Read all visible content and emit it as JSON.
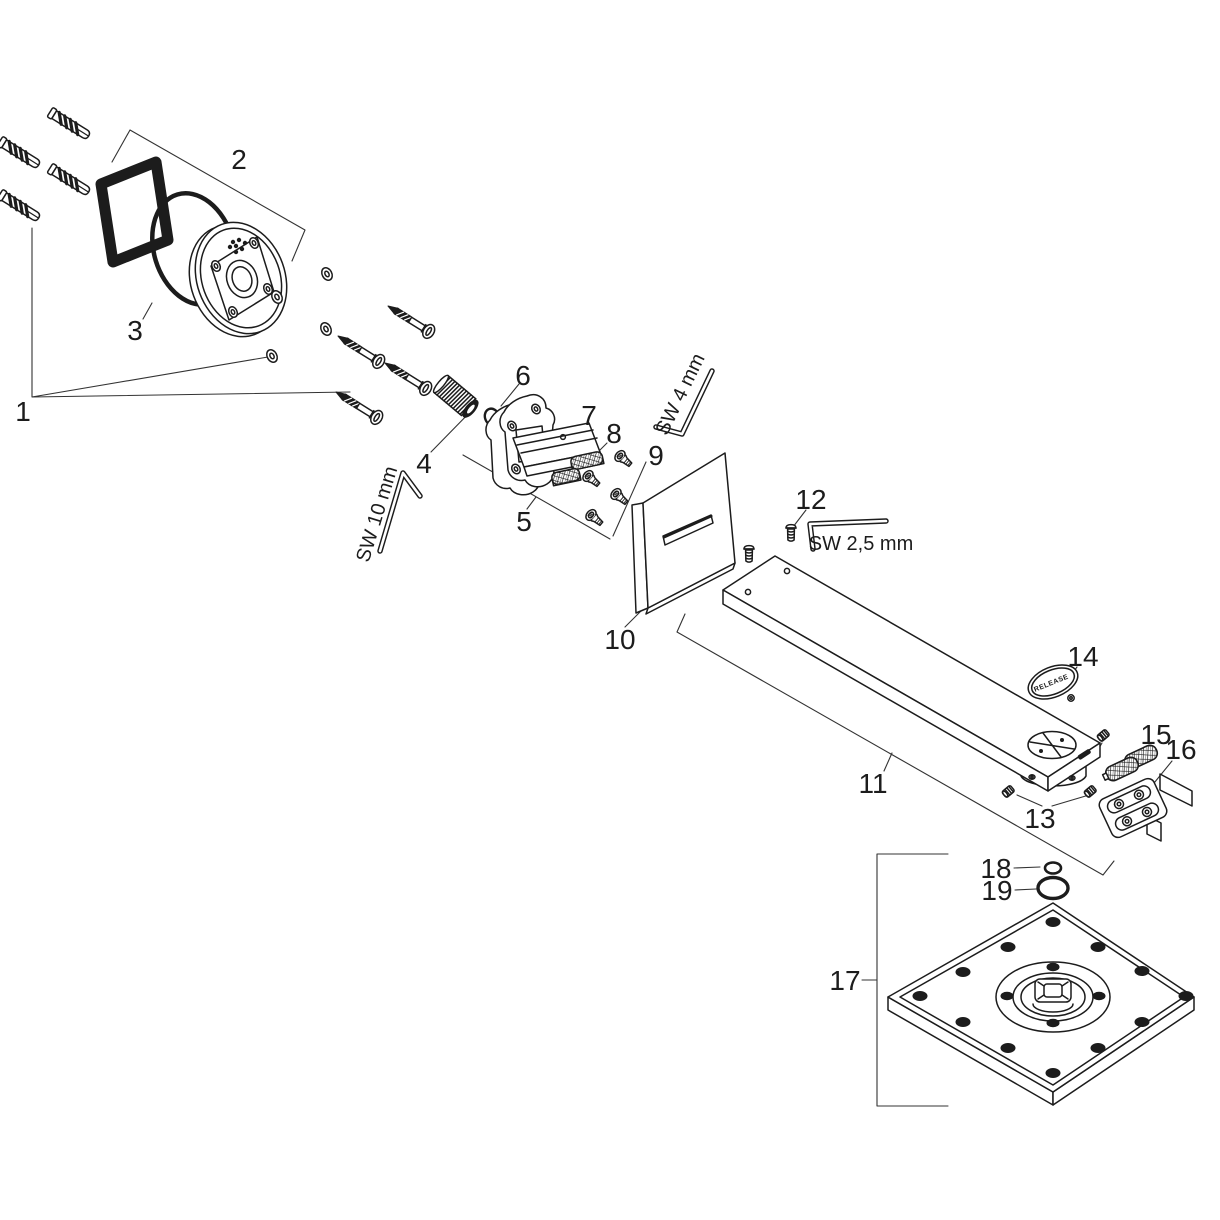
{
  "figure": {
    "kind": "exploded-parts-diagram",
    "background_color": "#ffffff",
    "line_color": "#1c1c1c"
  },
  "callouts": {
    "n1": "1",
    "n2": "2",
    "n3": "3",
    "n4": "4",
    "n5": "5",
    "n6": "6",
    "n7": "7",
    "n8": "8",
    "n9": "9",
    "n10": "10",
    "n11": "11",
    "n12": "12",
    "n13": "13",
    "n14": "14",
    "n15": "15",
    "n16": "16",
    "n17": "17",
    "n18": "18",
    "n19": "19"
  },
  "tools": {
    "sw10": "SW 10 mm",
    "sw4": "SW 4 mm",
    "sw25": "SW 2,5 mm"
  },
  "cap": {
    "release": "RELEASE"
  }
}
